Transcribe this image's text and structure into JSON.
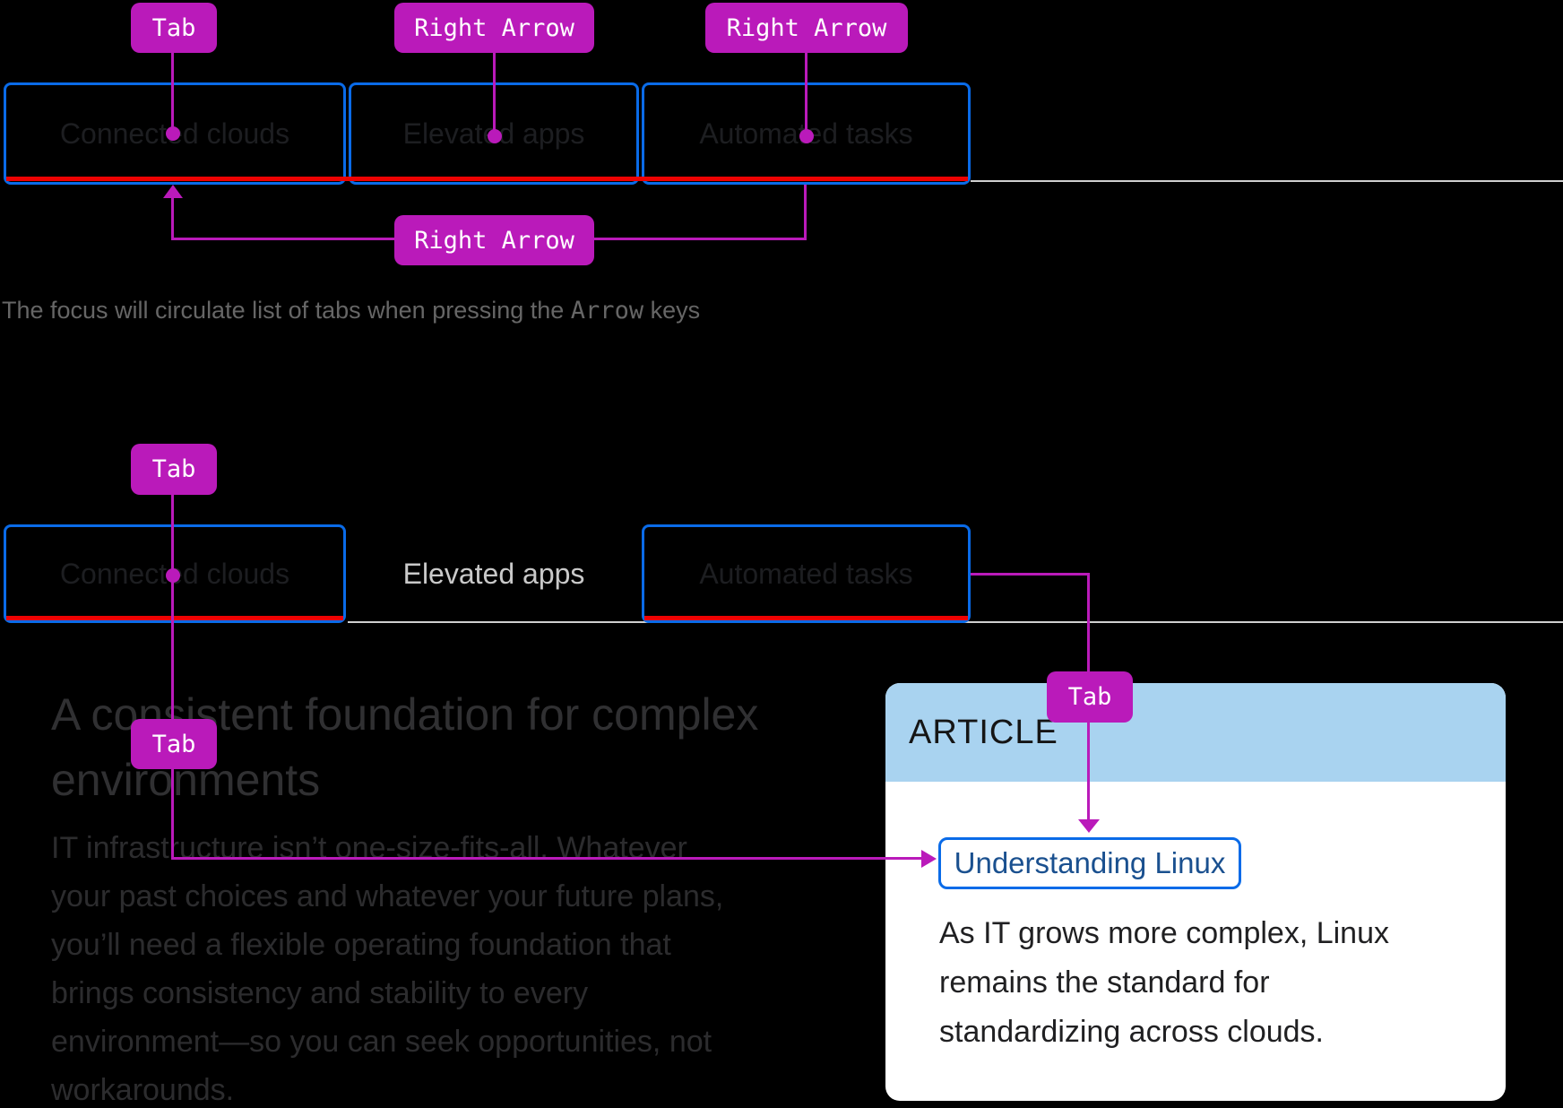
{
  "colors": {
    "background": "#000000",
    "annotation_magenta": "#ba1aba",
    "focus_blue": "#0a6be8",
    "active_underline_red": "#ee0202",
    "divider_gray": "#cfcfcf",
    "card_header_blue": "#a9d3f0",
    "link_blue": "#1a508f"
  },
  "diagram1": {
    "keys": {
      "tab": "Tab",
      "right_arrow_1": "Right Arrow",
      "right_arrow_2": "Right Arrow",
      "right_arrow_loop": "Right Arrow"
    },
    "tabs": [
      {
        "label": "Connected clouds"
      },
      {
        "label": "Elevated apps"
      },
      {
        "label": "Automated tasks"
      }
    ],
    "caption": {
      "before": "The focus will circulate list of tabs when pressing the ",
      "key": "Arrow",
      "after": " keys"
    }
  },
  "diagram2": {
    "keys": {
      "tab_top": "Tab",
      "tab_bottom": "Tab",
      "tab_card": "Tab"
    },
    "tabs": [
      {
        "label": "Connected clouds"
      },
      {
        "label": "Elevated apps"
      },
      {
        "label": "Automated tasks"
      }
    ],
    "page": {
      "heading_lines": [
        "A consistent foundation for complex",
        "environments"
      ],
      "paragraph_lines": [
        "IT infrastructure isn’t one-size-fits-all. Whatever",
        "your past choices and whatever your future plans,",
        "you’ll need a flexible operating foundation that",
        "brings consistency and stability to every",
        "environment—so you can seek opportunities, not",
        "workarounds."
      ]
    },
    "card": {
      "eyebrow": "ARTICLE",
      "link": "Understanding Linux",
      "body_lines": [
        "As IT grows more complex, Linux",
        "remains the standard for",
        "standardizing across clouds."
      ]
    }
  }
}
